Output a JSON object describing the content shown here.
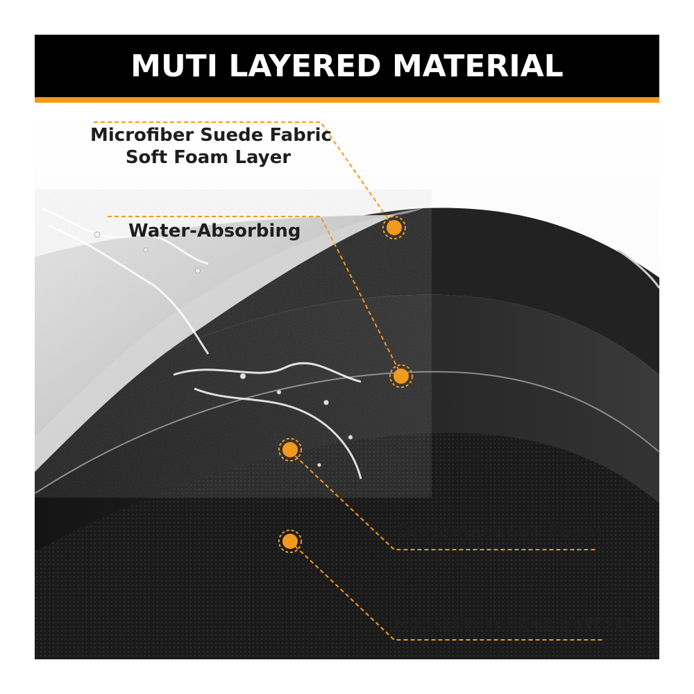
{
  "title": "MUTI LAYERED MATERIAL",
  "callouts": [
    {
      "label": "Microfiber Suede Fabric"
    },
    {
      "label": "Soft Foam Layer"
    },
    {
      "label": "Water-Absorbing"
    },
    {
      "label": "Diatomaceous Foam"
    },
    {
      "label": "Non-slip rubber bottom"
    }
  ],
  "colors": {
    "accent": "#f39a1c",
    "banner": "#000000",
    "banner_text": "#ffffff",
    "label_text": "#1e1e1e"
  }
}
